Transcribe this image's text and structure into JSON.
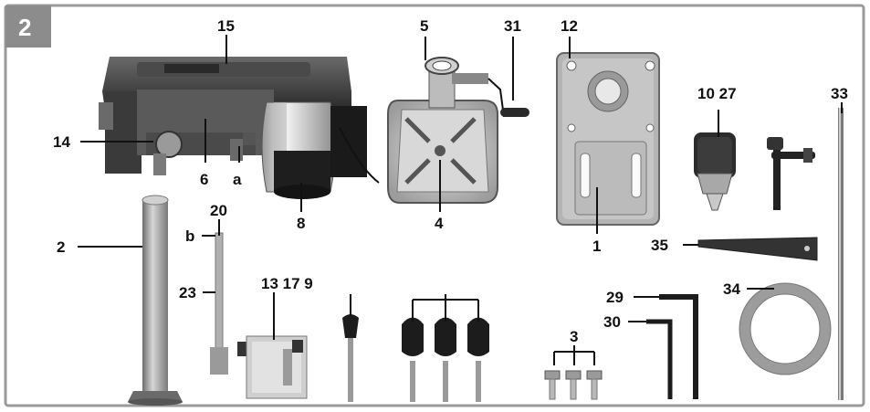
{
  "figure_number": "2",
  "labels": {
    "l15": "15",
    "l14": "14",
    "l6": "6",
    "la": "a",
    "l8": "8",
    "l5": "5",
    "l31": "31",
    "l4": "4",
    "l12": "12",
    "l1": "1",
    "l10_27": "10 27",
    "l33": "33",
    "l35": "35",
    "l2": "2",
    "l20": "20",
    "lb": "b",
    "l23": "23",
    "l13_17_9": "13 17 9",
    "l29": "29",
    "l30": "30",
    "l34": "34",
    "l3": "3"
  },
  "colors": {
    "badge": "#8c8c8c",
    "border": "#9a9a9a",
    "metal_dark": "#3a3a3a",
    "metal_mid": "#8a8a8a",
    "metal_light": "#c8c8c8"
  },
  "icons": [
    "drill-head-icon",
    "motor-icon",
    "work-table-icon",
    "base-plate-icon",
    "chuck-icon",
    "chuck-key-icon",
    "column-icon",
    "depth-rod-icon",
    "bracket-icon",
    "feed-handle-icon",
    "screw-icon",
    "hex-key-icon",
    "ring-icon",
    "wedge-icon",
    "rod-icon"
  ]
}
